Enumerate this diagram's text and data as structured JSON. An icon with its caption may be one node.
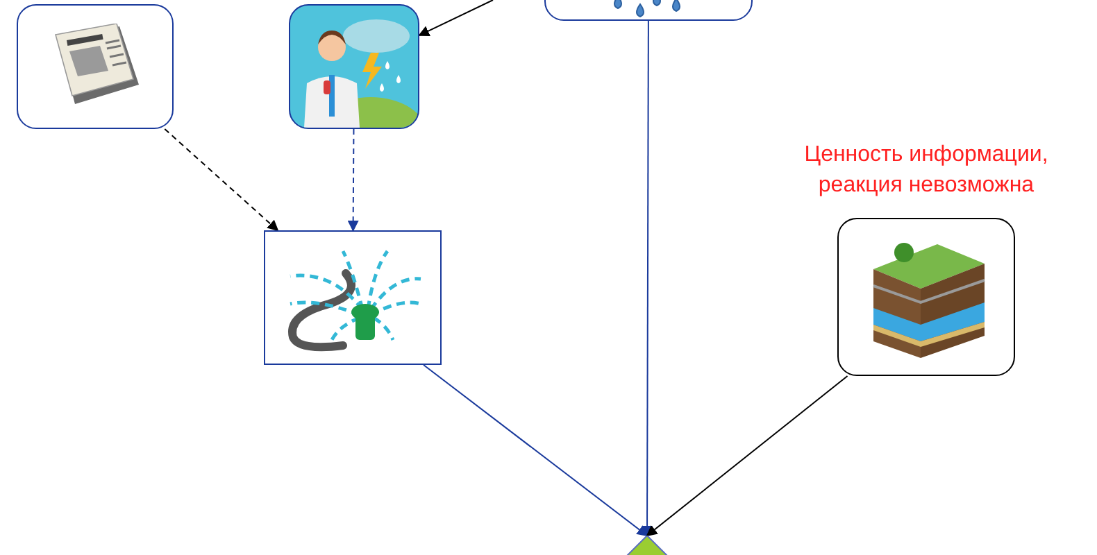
{
  "diagram": {
    "nodes": [
      {
        "text": [],
        "shape": "picture"
      },
      {
        "text": [],
        "shape": "picture"
      },
      {
        "text": [],
        "shape": "picture"
      },
      {
        "text": [],
        "shape": "picture"
      },
      {
        "text": [],
        "shape": "picture",
        "beside": [
          "Ценность информации, реакция невозможна"
        ]
      },
      {
        "text": [],
        "shape": "diamond"
      }
    ],
    "edges": [
      {
        "from": null,
        "to": 1,
        "arrow": "to",
        "color": "#000000"
      },
      {
        "from": 0,
        "to": 3,
        "arrow": "to",
        "style": "dashed",
        "color": "#000000"
      },
      {
        "from": 1,
        "to": 3,
        "arrow": "to",
        "style": "dashed",
        "color": "#1a3a9c"
      },
      {
        "from": 2,
        "to": 5,
        "arrow": "to",
        "color": "#1a3a9c"
      },
      {
        "from": 3,
        "to": 5,
        "arrow": "to",
        "color": "#1a3a9c"
      },
      {
        "from": 4,
        "to": 5,
        "arrow": "to",
        "color": "#000000"
      }
    ]
  }
}
